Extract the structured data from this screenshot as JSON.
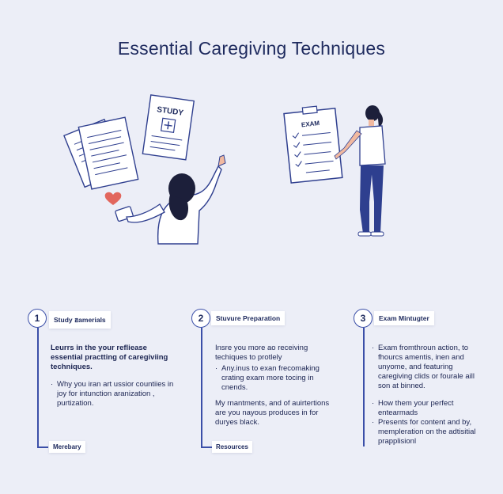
{
  "title": "Essential Caregiving Techniques",
  "illustrations": {
    "left": {
      "doc_label": "STUDY"
    },
    "right": {
      "doc_label": "EXAM"
    }
  },
  "steps": [
    {
      "number": "1",
      "label": "Study ฮamerials",
      "lead": "Leurrs in the your reflieasе essential practting of caregiviing techniques.",
      "body": "Why you iran art ussior countiies in joy for intunction aranization , purtization.",
      "footer": "Merebary"
    },
    {
      "number": "2",
      "label": "Stuvure Preparation",
      "intro": "Insre you more ao receiving techiques to protlely",
      "bullets": [
        "Any.inus to exan frecomaking crating exam more tocing in cnends.",
        "My rnantments, and of auirtertions are you nayous produces in for duryes black."
      ],
      "footer": "Resources"
    },
    {
      "number": "3",
      "label": "Exam Mintugter",
      "bullets": [
        "Exam fromthroun action, to fhourcs amentis, inen and unyome, and featuring caregiving clids or fourale aill son at binned.",
        "How them your perfect entearmads",
        "Presents for content and by, mempleration on the adtisitial prapplisionl"
      ]
    }
  ]
}
